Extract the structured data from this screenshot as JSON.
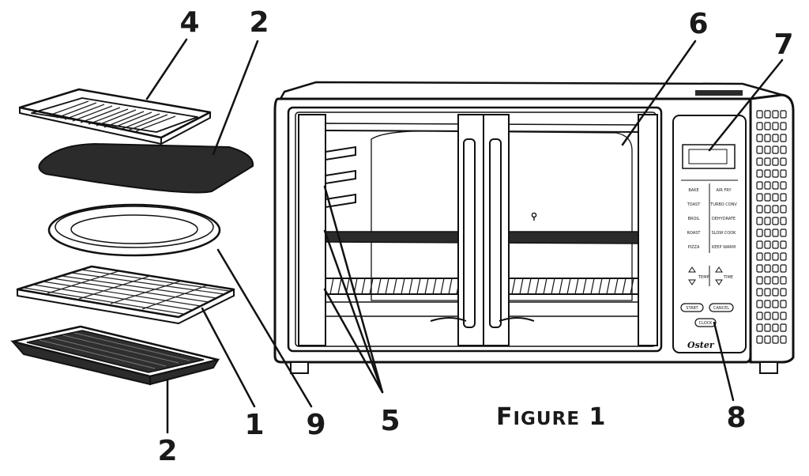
{
  "figure": {
    "caption_main": "Figure 1",
    "brand": "Oster"
  },
  "callouts": [
    {
      "id": "c4a",
      "text": "4"
    },
    {
      "id": "c2a",
      "text": "2"
    },
    {
      "id": "c6",
      "text": "6"
    },
    {
      "id": "c7",
      "text": "7"
    },
    {
      "id": "c1",
      "text": "1"
    },
    {
      "id": "c9",
      "text": "9"
    },
    {
      "id": "c5",
      "text": "5"
    },
    {
      "id": "c8",
      "text": "8"
    },
    {
      "id": "c2b",
      "text": "2"
    }
  ],
  "control_panel": {
    "function_buttons": [
      "BAKE",
      "AIR FRY",
      "TOAST",
      "TURBO CONV",
      "BROIL",
      "DEHYDRATE",
      "ROAST",
      "SLOW COOK",
      "PIZZA",
      "KEEP WARM"
    ],
    "temp_label": "TEMP",
    "time_label": "TIME",
    "start_label": "START",
    "cancel_label": "CANCEL",
    "clock_label": "CLOCK"
  },
  "colors": {
    "line": "#111111",
    "fill_dark": "#2b2b2b",
    "fill_panel": "#f4f4f4"
  }
}
